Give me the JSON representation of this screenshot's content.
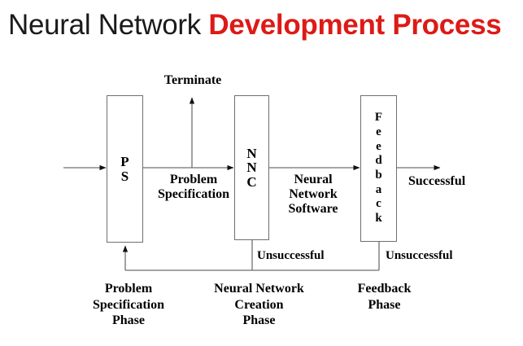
{
  "title": {
    "plain": "Neural Network ",
    "accent": "Development Process",
    "accent_color": "#dd1a16",
    "plain_color": "#1a1a1a"
  },
  "diagram": {
    "type": "flowchart",
    "boxes": [
      {
        "id": "ps",
        "label": "PS",
        "letters": [
          "P",
          "S"
        ]
      },
      {
        "id": "nnc",
        "label": "NNC",
        "letters": [
          "N",
          "N",
          "C"
        ]
      },
      {
        "id": "fb",
        "label": "Feedback",
        "letters": [
          "F",
          "e",
          "e",
          "d",
          "b",
          "a",
          "c",
          "k"
        ]
      }
    ],
    "edge_labels": {
      "terminate": "Terminate",
      "problem_specification": "Problem\nSpecification",
      "neural_network_software": "Neural\nNetwork\nSoftware",
      "successful": "Successful",
      "unsuccessful_nnc": "Unsuccessful",
      "unsuccessful_feedback": "Unsuccessful"
    },
    "phases": [
      "Problem\nSpecification\nPhase",
      "Neural Network\nCreation\nPhase",
      "Feedback\nPhase"
    ],
    "line_color": "#6f6f6f",
    "arrow_color": "#000000"
  }
}
